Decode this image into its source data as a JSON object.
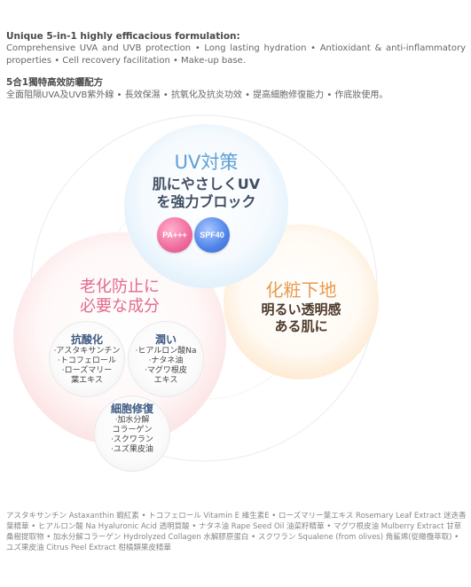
{
  "intro": {
    "en_title": "Unique 5-in-1 highly efficacious formulation:",
    "en_body": "Comprehensive UVA and UVB protection • Long lasting hydration • Antioxidant & anti-inflammatory properties • Cell recovery facilitation • Make-up base.",
    "zh_title": "5合1獨特高效防曬配方",
    "zh_body": "全面阻隔UVA及UVB紫外線 • 長效保濕 • 抗氧化及抗炎功效 • 提高細胞修復能力 • 作底妝使用。"
  },
  "diagram": {
    "uv": {
      "title": "UV対策",
      "sub": [
        "肌にやさしくUV",
        "を強力ブロック"
      ],
      "badge_pa": "PA+++",
      "badge_spf": "SPF40"
    },
    "makeup": {
      "title": "化粧下地",
      "sub": [
        "明るい透明感",
        "ある肌に"
      ]
    },
    "aging": {
      "title": [
        "老化防止に",
        "必要な成分"
      ]
    },
    "antioxidant": {
      "title": "抗酸化",
      "items": [
        "·アスタキサンチン",
        "·トコフェロール",
        "·ローズマリー",
        "葉エキス"
      ]
    },
    "moisture": {
      "title": "潤い",
      "items": [
        "·ヒアルロン酸Na",
        "·ナタネ油",
        "·マグワ根皮",
        "エキス"
      ]
    },
    "cell": {
      "title": "細胞修復",
      "items": [
        "·加水分解",
        "コラーゲン",
        "·スクワラン",
        "·ユズ果皮油"
      ]
    },
    "colors": {
      "uv": "#5e9fd6",
      "makeup": "#e79a4f",
      "aging": "#e36a8c",
      "badge_pa": "#f06a9c",
      "badge_spf": "#4f83e8"
    }
  },
  "footer": "アスタキサンチン Astaxanthin 蝦紅素 • トコフェロール Vitamin E 維生素E • ローズマリー葉エキス Rosemary Leaf Extract 迷迭香葉精華 • ヒアルロン酸 Na Hyaluronic Acid 透明質酸 • ナタネ油 Rape Seed Oil 油菜籽精華 • マグワ根皮油 Mulberry Extract 甘草桑樹提取物 • 加水分解コラーゲン Hydrolyzed Collagen 水解膠原蛋白 • スクワラン Squalene (from olives) 角鯊烯(從橄欖萃取) • ユズ果皮油 Citrus Peel Extract 柑橘類果皮精華"
}
